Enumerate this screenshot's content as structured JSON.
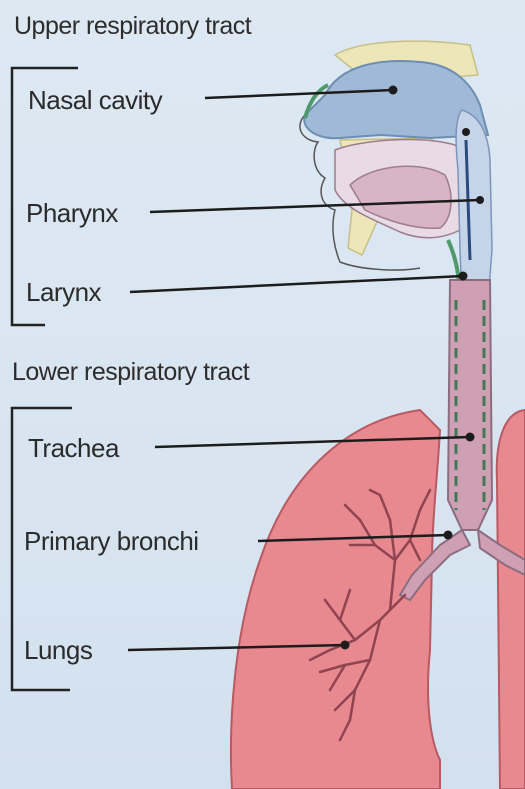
{
  "sections": {
    "upper": "Upper respiratory tract",
    "lower": "Lower respiratory tract"
  },
  "labels": {
    "nasal_cavity": "Nasal cavity",
    "pharynx": "Pharynx",
    "larynx": "Larynx",
    "trachea": "Trachea",
    "primary_bronchi": "Primary bronchi",
    "lungs": "Lungs"
  },
  "colors": {
    "lung": "#e8888f",
    "lung_edge": "#b85a63",
    "nasal": "#9fb9d6",
    "airway": "#d9b3c6",
    "trachea": "#cfa0b4",
    "bronchiole": "#8f4451",
    "bone": "#ece6b8",
    "leader": "#1c1c1c"
  }
}
